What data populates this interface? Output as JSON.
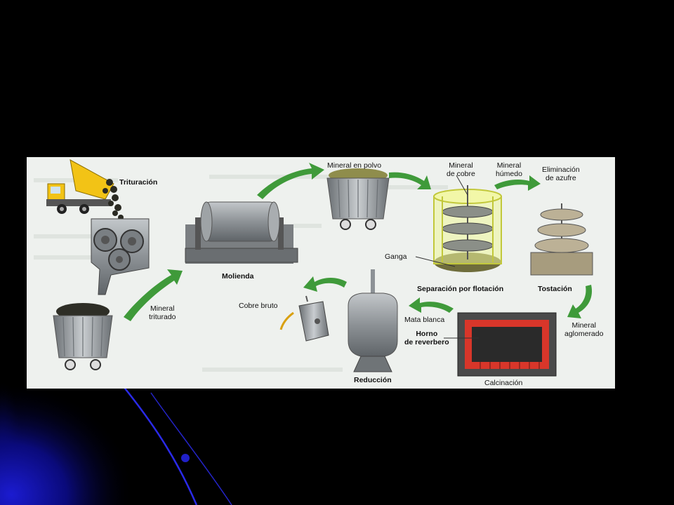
{
  "colors": {
    "background": "#000000",
    "swoosh": "#1a1ad8",
    "panel": "#eef1ee",
    "arrow": "#3f9a3a",
    "metal": "#8d9296",
    "furnace_red": "#d8362a",
    "ore": "#8f8d4c",
    "truck": "#f2c316"
  },
  "diagram": {
    "steps": {
      "trituracion": "Trituración",
      "molienda": "Molienda",
      "separacion": "Separación por flotación",
      "tostacion": "Tostación",
      "calcinacion": "Calcinación",
      "reduccion": "Reducción"
    },
    "labels": {
      "mineral_triturado_1": "Mineral",
      "mineral_triturado_2": "triturado",
      "mineral_en_polvo": "Mineral en polvo",
      "mineral_de_cobre_1": "Mineral",
      "mineral_de_cobre_2": "de cobre",
      "mineral_humedo_1": "Mineral",
      "mineral_humedo_2": "húmedo",
      "eliminacion_1": "Eliminación",
      "eliminacion_2": "de azufre",
      "ganga": "Ganga",
      "mineral_aglomerado_1": "Mineral",
      "mineral_aglomerado_2": "aglomerado",
      "horno_1": "Horno",
      "horno_2": "de reverbero",
      "mata_blanca": "Mata blanca",
      "cobre_bruto": "Cobre bruto"
    }
  }
}
